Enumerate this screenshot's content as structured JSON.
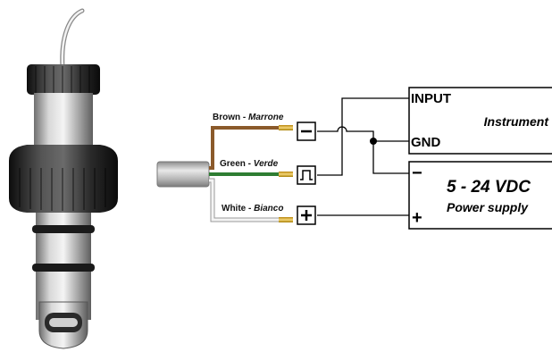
{
  "wires": {
    "brown": {
      "name": "Brown",
      "italic": "Marrone",
      "color": "#8b5a2b"
    },
    "green": {
      "name": "Green",
      "italic": "Verde",
      "color": "#2e7d32"
    },
    "white": {
      "name": "White",
      "italic": "Bianco",
      "color": "#d9d9d9"
    }
  },
  "terminals": {
    "minus": "minus-terminal-icon",
    "pulse": "pulse-terminal-icon",
    "plus": "plus-terminal-icon"
  },
  "instrument": {
    "input_label": "INPUT",
    "name": "Instrument",
    "gnd_label": "GND"
  },
  "power_supply": {
    "minus_sign": "−",
    "voltage": "5 - 24 VDC",
    "name": "Power supply",
    "plus_sign": "+"
  }
}
